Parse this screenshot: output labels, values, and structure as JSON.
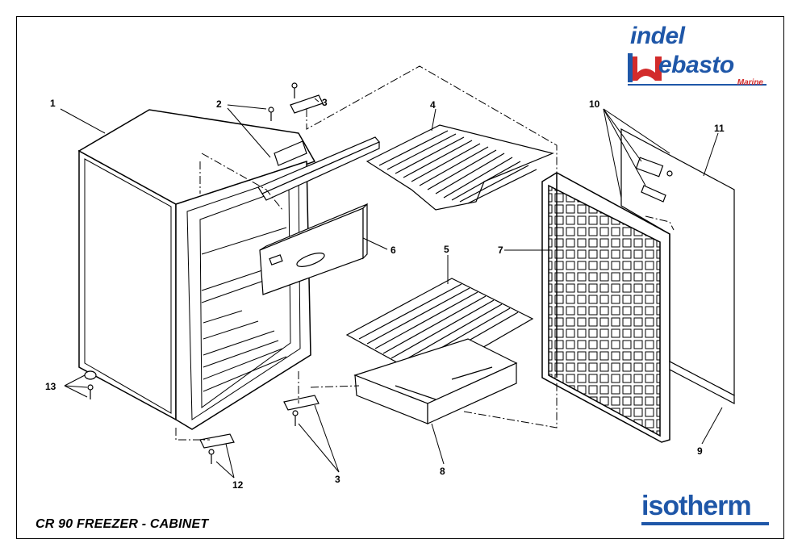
{
  "title": "CR 90 FREEZER - CABINET",
  "brand": {
    "indel": "indel",
    "webasto": "ebasto",
    "marine": "Marine",
    "isotherm": "isotherm"
  },
  "colors": {
    "brand_blue": "#1f57a8",
    "brand_red": "#d22b2b",
    "line": "#000000"
  },
  "callouts": [
    "1",
    "2",
    "3",
    "4",
    "5",
    "6",
    "7",
    "8",
    "9",
    "10",
    "11",
    "12",
    "13",
    "3"
  ]
}
